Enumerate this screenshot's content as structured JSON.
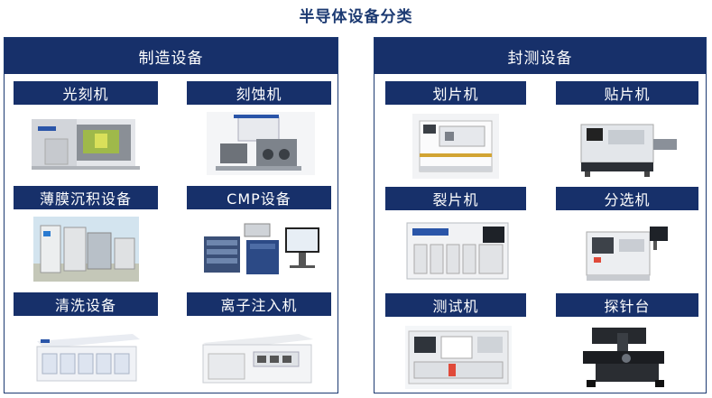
{
  "title": "半导体设备分类",
  "left_panel": {
    "header": "制造设备",
    "items": [
      {
        "label": "光刻机",
        "icon": "lithography-machine-photo"
      },
      {
        "label": "刻蚀机",
        "icon": "etching-machine-photo"
      },
      {
        "label": "薄膜沉积设备",
        "icon": "thin-film-deposition-equipment-photo"
      },
      {
        "label": "CMP设备",
        "icon": "cmp-equipment-photo"
      },
      {
        "label": "清洗设备",
        "icon": "cleaning-equipment-photo"
      },
      {
        "label": "离子注入机",
        "icon": "ion-implanter-photo"
      }
    ]
  },
  "right_panel": {
    "header": "封测设备",
    "items": [
      {
        "label": "划片机",
        "icon": "dicing-saw-photo"
      },
      {
        "label": "贴片机",
        "icon": "die-bonder-photo"
      },
      {
        "label": "裂片机",
        "icon": "wafer-breaking-machine-photo"
      },
      {
        "label": "分选机",
        "icon": "sorting-machine-photo"
      },
      {
        "label": "测试机",
        "icon": "test-machine-photo"
      },
      {
        "label": "探针台",
        "icon": "probe-station-photo"
      }
    ]
  },
  "colors": {
    "navy": "#17306a",
    "title": "#1c3a72"
  }
}
